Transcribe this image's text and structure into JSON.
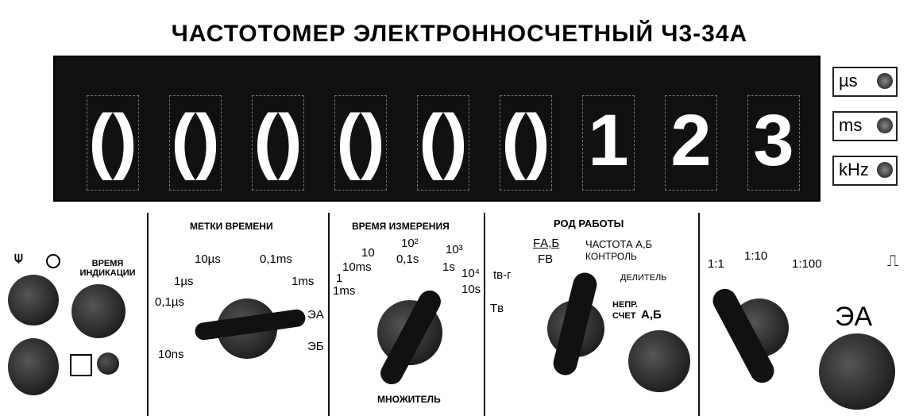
{
  "title": "ЧАСТОТОМЕР ЭЛЕКТРОННОСЧЕТНЫЙ Ч3-34А",
  "display": {
    "digits": [
      "()",
      "()",
      "()",
      "()",
      "()",
      "()",
      "1",
      "2",
      "3"
    ]
  },
  "units": [
    {
      "label": "µs",
      "icon": "indicator-lamp-icon"
    },
    {
      "label": "ms",
      "icon": "indicator-lamp-icon"
    },
    {
      "label": "kHz",
      "icon": "indicator-lamp-icon"
    }
  ],
  "controls": {
    "indication_time": {
      "label": "ВРЕМЯ ИНДИКАЦИИ"
    },
    "time_marks": {
      "label": "МЕТКИ ВРЕМЕНИ",
      "positions": [
        "10µs",
        "0,1ms",
        "1µs",
        "1ms",
        "0,1µs",
        "10ns",
        "ЭА",
        "ЭБ"
      ]
    },
    "measure_time": {
      "label": "ВРЕМЯ ИЗМЕРЕНИЯ",
      "positions": [
        "10",
        "10ms",
        "1",
        "1ms",
        "10²",
        "0,1s",
        "10³",
        "1s",
        "10⁴",
        "10s"
      ],
      "multiplier_label": "МНОЖИТЕЛЬ"
    },
    "mode": {
      "label": "РОД РАБОТЫ",
      "positions": [
        "FА,Б",
        "FВ",
        "ЧАСТОТА А,Б",
        "КОНТРОЛЬ",
        "tв-г",
        "Tв",
        "ДЕЛИТЕЛЬ"
      ],
      "continuous_label_1": "НЕПР.",
      "continuous_label_2": "СЧЕТ",
      "continuous_label_3": "А,Б"
    },
    "divider": {
      "positions": [
        "1:1",
        "1:10",
        "1:100"
      ],
      "input_label": "ЭА",
      "pulse_label": "⎍"
    }
  }
}
